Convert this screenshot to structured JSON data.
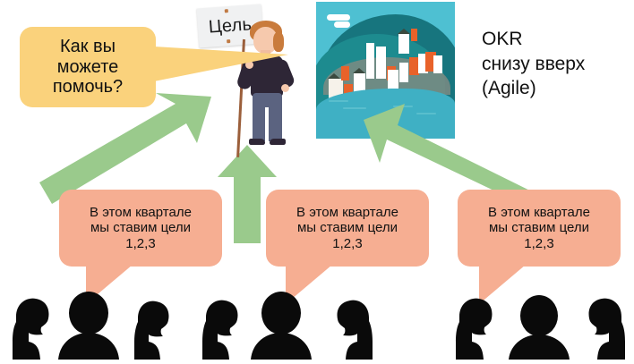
{
  "slide": {
    "title_caption": {
      "line1": "OKR",
      "line2": "снизу вверх",
      "line3": "(Agile)"
    },
    "goal_sign": {
      "label": "Цель",
      "icon": "goal-sign-placard"
    },
    "question_bubble": {
      "text": "Как вы\nможете\nпомочь?",
      "color": "#fad27c"
    },
    "team_bubbles": [
      {
        "text": "В этом квартале\nмы ставим цели\n1,2,3",
        "color": "#f6ae92"
      },
      {
        "text": "В этом квартале\nмы ставим цели\n1,2,3",
        "color": "#f6ae92"
      },
      {
        "text": "В этом квартале\nмы ставим цели\n1,2,3",
        "color": "#f6ae92"
      }
    ],
    "arrows": [
      {
        "name": "arrow-up-right-to-goal",
        "color": "#9ACA8C",
        "direction": "up-right"
      },
      {
        "name": "arrow-up-to-goal",
        "color": "#9ACA8C",
        "direction": "up"
      },
      {
        "name": "arrow-up-left-to-vision",
        "color": "#9ACA8C",
        "direction": "up-left"
      }
    ],
    "illustrations": {
      "woman_with_sign": "woman-holding-goal-sign",
      "landscape": "coastal-village-vision-image"
    },
    "silhouettes_count": 9,
    "colors": {
      "yellow_bubble": "#fad27c",
      "pink_bubble": "#f6ae92",
      "green_arrow": "#9ACA8C",
      "silhouette": "#0a0a0a",
      "landscape_sky": "#4ec0d2",
      "landscape_hill": "#17757e",
      "landscape_accent": "#e8622a",
      "text": "#111111"
    }
  }
}
